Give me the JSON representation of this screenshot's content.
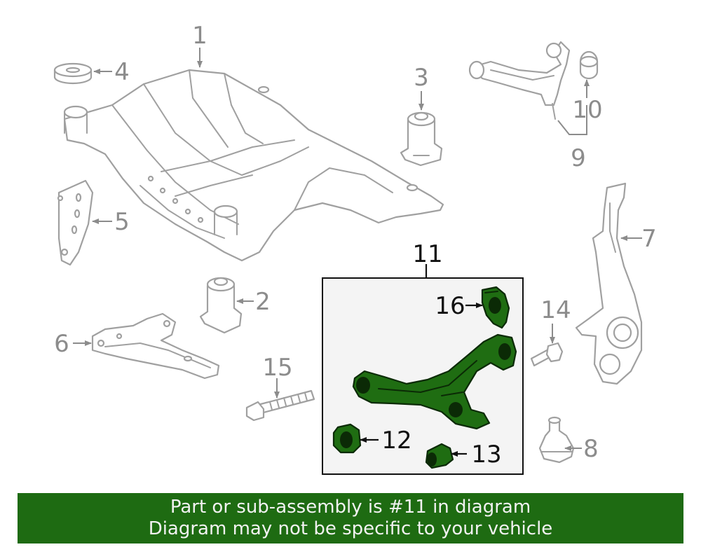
{
  "callouts": {
    "c1": "1",
    "c2": "2",
    "c3": "3",
    "c4": "4",
    "c5": "5",
    "c6": "6",
    "c7": "7",
    "c8": "8",
    "c9": "9",
    "c10": "10",
    "c11": "11",
    "c12": "12",
    "c13": "13",
    "c14": "14",
    "c15": "15",
    "c16": "16"
  },
  "banner": {
    "line1": "Part or sub-assembly is #11 in diagram",
    "line2": "Diagram may not be specific to your vehicle"
  },
  "colors": {
    "highlight": "#1f6d12",
    "banner_bg": "#1e6b12",
    "outline_gray": "#a0a0a0"
  }
}
